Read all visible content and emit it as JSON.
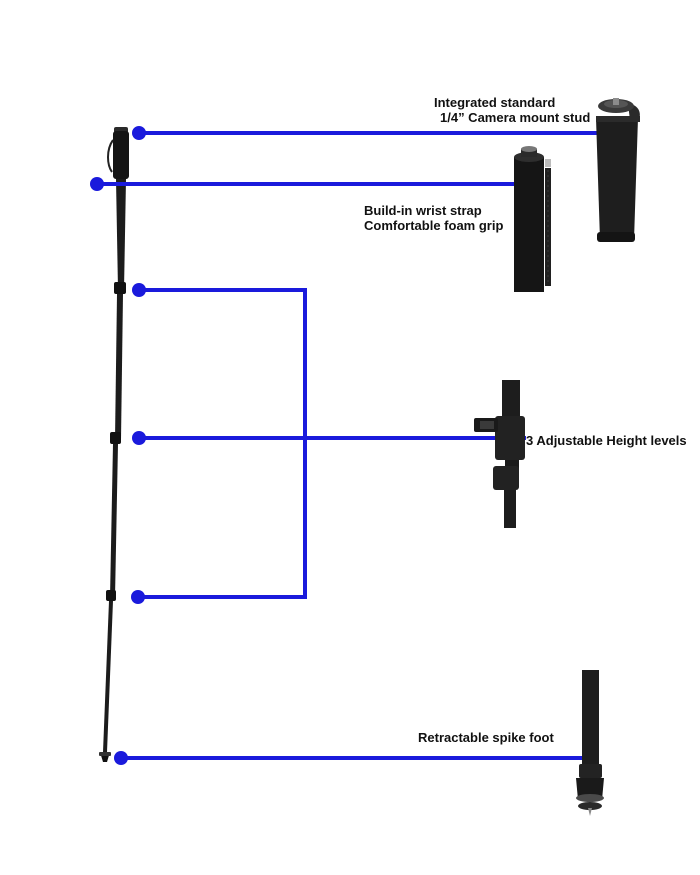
{
  "colors": {
    "connector": "#1a1adc",
    "pole": "#1c1c1c",
    "background": "#ffffff"
  },
  "callouts": {
    "mount": {
      "line1": "Integrated standard",
      "line2": "1/4” Camera mount stud"
    },
    "grip": {
      "line1": "Build-in wrist strap",
      "line2": "Comfortable foam grip"
    },
    "height": {
      "text": "3 Adjustable Height levels"
    },
    "spike": {
      "text": "Retractable spike foot"
    }
  },
  "images": {
    "monopod": "monopod-full-view",
    "mount_stud": "camera-mount-stud-closeup",
    "foam_grip": "foam-grip-wrist-strap-closeup",
    "leg_lock": "leg-lock-closeup",
    "spike_foot": "spike-foot-closeup"
  }
}
